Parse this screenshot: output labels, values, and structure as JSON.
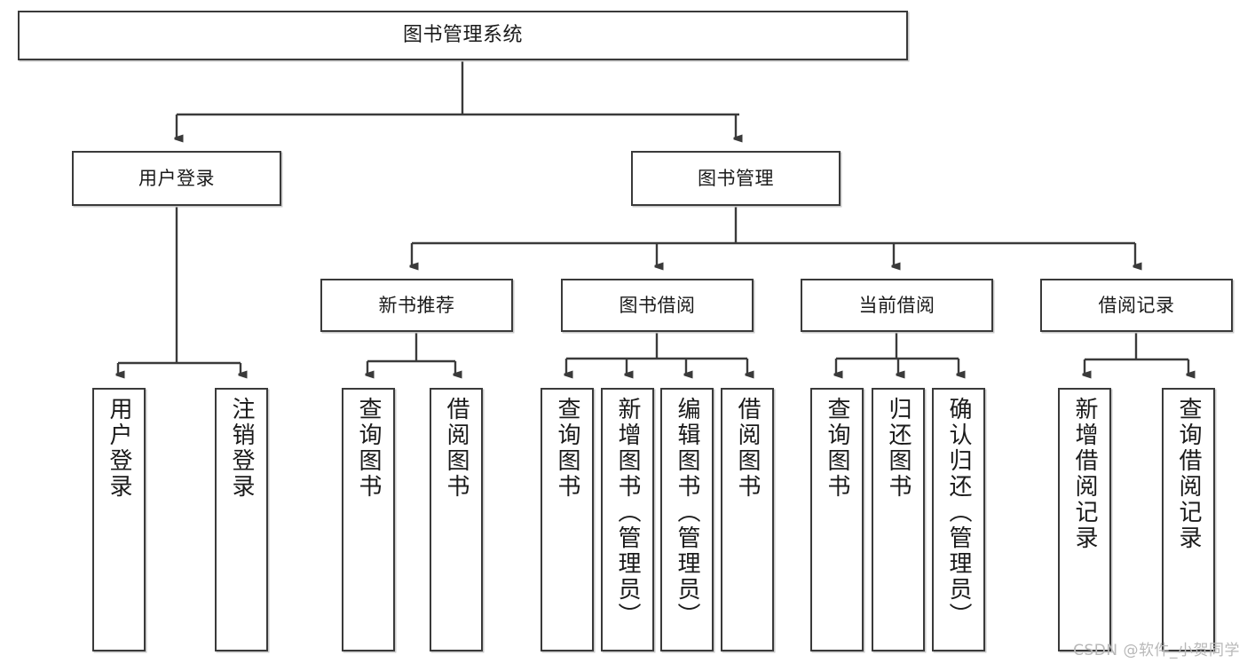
{
  "diagram": {
    "title": "图书管理系统",
    "type": "tree-hierarchy-chart",
    "line_color": "#3a3a3a",
    "box_fill": "#ffffff",
    "text_color": "#1a1a1a"
  },
  "root": {
    "label": "图书管理系统"
  },
  "level2": [
    {
      "label": "用户登录"
    },
    {
      "label": "图书管理"
    }
  ],
  "level3": [
    {
      "label": "新书推荐"
    },
    {
      "label": "图书借阅"
    },
    {
      "label": "当前借阅"
    },
    {
      "label": "借阅记录"
    }
  ],
  "leaves": {
    "user_login": [
      {
        "label": "用户登录"
      },
      {
        "label": "注销登录"
      }
    ],
    "new_book_recommend": [
      {
        "label": "查询图书"
      },
      {
        "label": "借阅图书"
      }
    ],
    "book_borrow": [
      {
        "label": "查询图书"
      },
      {
        "label": "新增图书（管理员）"
      },
      {
        "label": "编辑图书（管理员）"
      },
      {
        "label": "借阅图书"
      }
    ],
    "current_borrow": [
      {
        "label": "查询图书"
      },
      {
        "label": "归还图书"
      },
      {
        "label": "确认归还（管理员）"
      }
    ],
    "borrow_record": [
      {
        "label": "新增借阅记录"
      },
      {
        "label": "查询借阅记录"
      }
    ]
  },
  "watermark": {
    "text": "CSDN @软件_小贺同学"
  }
}
